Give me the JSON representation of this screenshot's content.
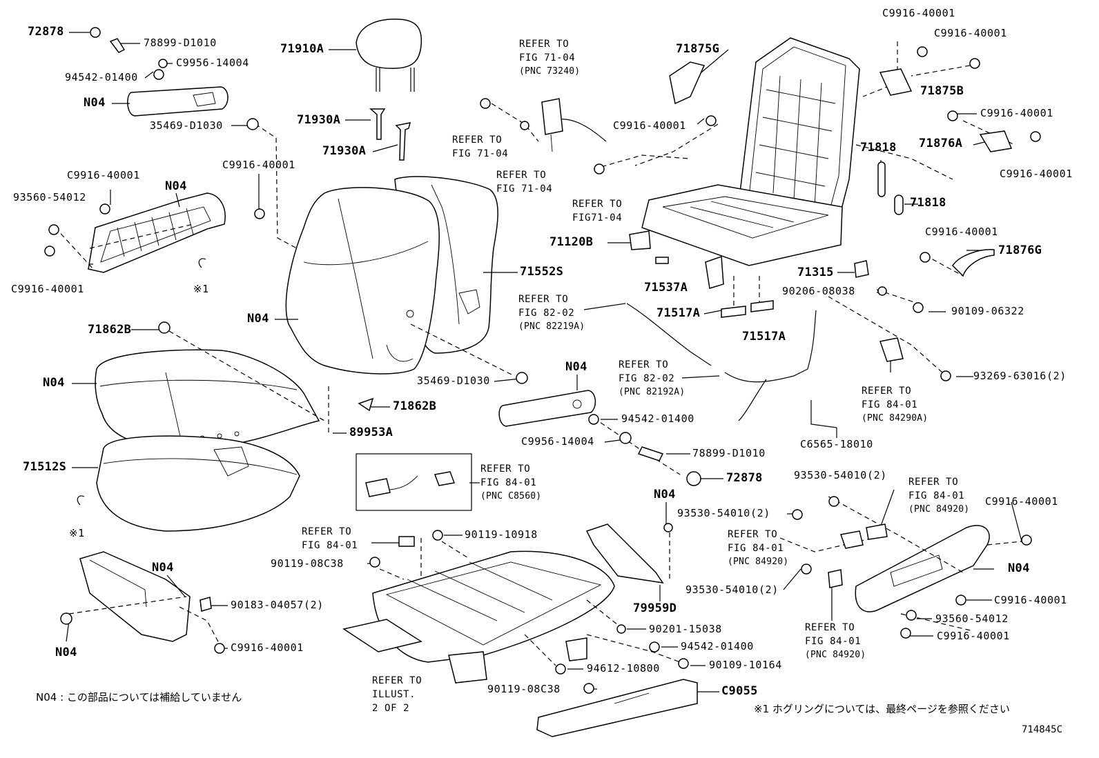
{
  "parts": {
    "p72878_a": "72878",
    "p78899_d1010_a": "78899-D1010",
    "pC9956_14004_a": "C9956-14004",
    "p94542_01400_a": "94542-01400",
    "n04_armrest_top": "N04",
    "p35469_d1030_a": "35469-D1030",
    "p71910a": "71910A",
    "p71930a_1": "71930A",
    "p71930a_2": "71930A",
    "pC9916_40001_cover_l": "C9916-40001",
    "pC9916_40001_cover_r": "C9916-40001",
    "n04_cover": "N04",
    "p93560_54012_a": "93560-54012",
    "pC9916_40001_cover_b": "C9916-40001",
    "hog_ring_1": "※1",
    "p71862b_1": "71862B",
    "n04_cushion": "N04",
    "p71512s": "71512S",
    "p71862b_2": "71862B",
    "p89953a": "89953A",
    "hog_ring_2": "※1",
    "n04_back": "N04",
    "p71552s": "71552S",
    "p35469_d1030_b": "35469-D1030",
    "n04_armrest_mid": "N04",
    "p94542_01400_b": "94542-01400",
    "pC9956_14004_b": "C9956-14004",
    "p78899_d1010_b": "78899-D1010",
    "p72878_b": "72878",
    "p71875g": "71875G",
    "pC9916_40001_g": "C9916-40001",
    "pC9916_40001_tr1": "C9916-40001",
    "pC9916_40001_tr2": "C9916-40001",
    "p71875b": "71875B",
    "pC9916_40001_r1": "C9916-40001",
    "p71876a": "71876A",
    "pC9916_40001_r2": "C9916-40001",
    "p71818_1": "71818",
    "p71818_2": "71818",
    "p71120b": "71120B",
    "pC9916_40001_r3": "C9916-40001",
    "p71876g": "71876G",
    "p71537a": "71537A",
    "p71315": "71315",
    "p90206_08038": "90206-08038",
    "p90109_06322": "90109-06322",
    "p71517a_1": "71517A",
    "p71517a_2": "71517A",
    "p93269_63016": "93269-63016(2)",
    "pC6565_18010": "C6565-18010",
    "n04_clip": "N04",
    "p93530_54010_a": "93530-54010(2)",
    "p93530_54010_b": "93530-54010(2)",
    "p93530_54010_c": "93530-54010(2)",
    "pC9916_40001_sc1": "C9916-40001",
    "n04_shield": "N04",
    "pC9916_40001_sc2": "C9916-40001",
    "p93560_54012_b": "93560-54012",
    "pC9916_40001_sc3": "C9916-40001",
    "p79959d": "79959D",
    "p90119_10918": "90119-10918",
    "p90119_08c38_a": "90119-08C38",
    "p90201_15038": "90201-15038",
    "p94542_01400_c": "94542-01400",
    "p90109_10164": "90109-10164",
    "p94612_10800": "94612-10800",
    "p90119_08c38_b": "90119-08C38",
    "pC9055": "C9055",
    "n04_front_cover": "N04",
    "p90183_04057": "90183-04057(2)",
    "pC9916_40001_fc": "C9916-40001",
    "n04_bottom": "N04"
  },
  "refs": {
    "r73240": {
      "l1": "REFER TO",
      "l2": "FIG 71-04",
      "l3": "(PNC 73240)"
    },
    "r7104_a": {
      "l1": "REFER TO",
      "l2": "FIG 71-04"
    },
    "r7104_b": {
      "l1": "REFER TO",
      "l2": "FIG 71-04"
    },
    "r7104_c": {
      "l1": "REFER TO",
      "l2": "FIG71-04"
    },
    "r82219a": {
      "l1": "REFER TO",
      "l2": "FIG 82-02",
      "l3": "(PNC 82219A)"
    },
    "r82192a": {
      "l1": "REFER TO",
      "l2": "FIG 82-02",
      "l3": "(PNC 82192A)"
    },
    "r84290a": {
      "l1": "REFER TO",
      "l2": "FIG 84-01",
      "l3": "(PNC 84290A)"
    },
    "rC8560": {
      "l1": "REFER TO",
      "l2": "FIG 84-01",
      "l3": "(PNC C8560)"
    },
    "r8401_plain": {
      "l1": "REFER TO",
      "l2": "FIG 84-01"
    },
    "r84920_a": {
      "l1": "REFER TO",
      "l2": "FIG 84-01",
      "l3": "(PNC 84920)"
    },
    "r84920_b": {
      "l1": "REFER TO",
      "l2": "FIG 84-01",
      "l3": "(PNC 84920)"
    },
    "r84920_c": {
      "l1": "REFER TO",
      "l2": "FIG 84-01",
      "l3": "(PNC 84920)"
    },
    "rIllust": {
      "l1": "REFER TO",
      "l2": "ILLUST.",
      "l3": "2 OF 2"
    }
  },
  "notes": {
    "n04_note": "N04 : この部品については補給していません",
    "hog_note": "※1 ホグリングについては、最終ページを参照ください",
    "figure_id": "714845C"
  }
}
